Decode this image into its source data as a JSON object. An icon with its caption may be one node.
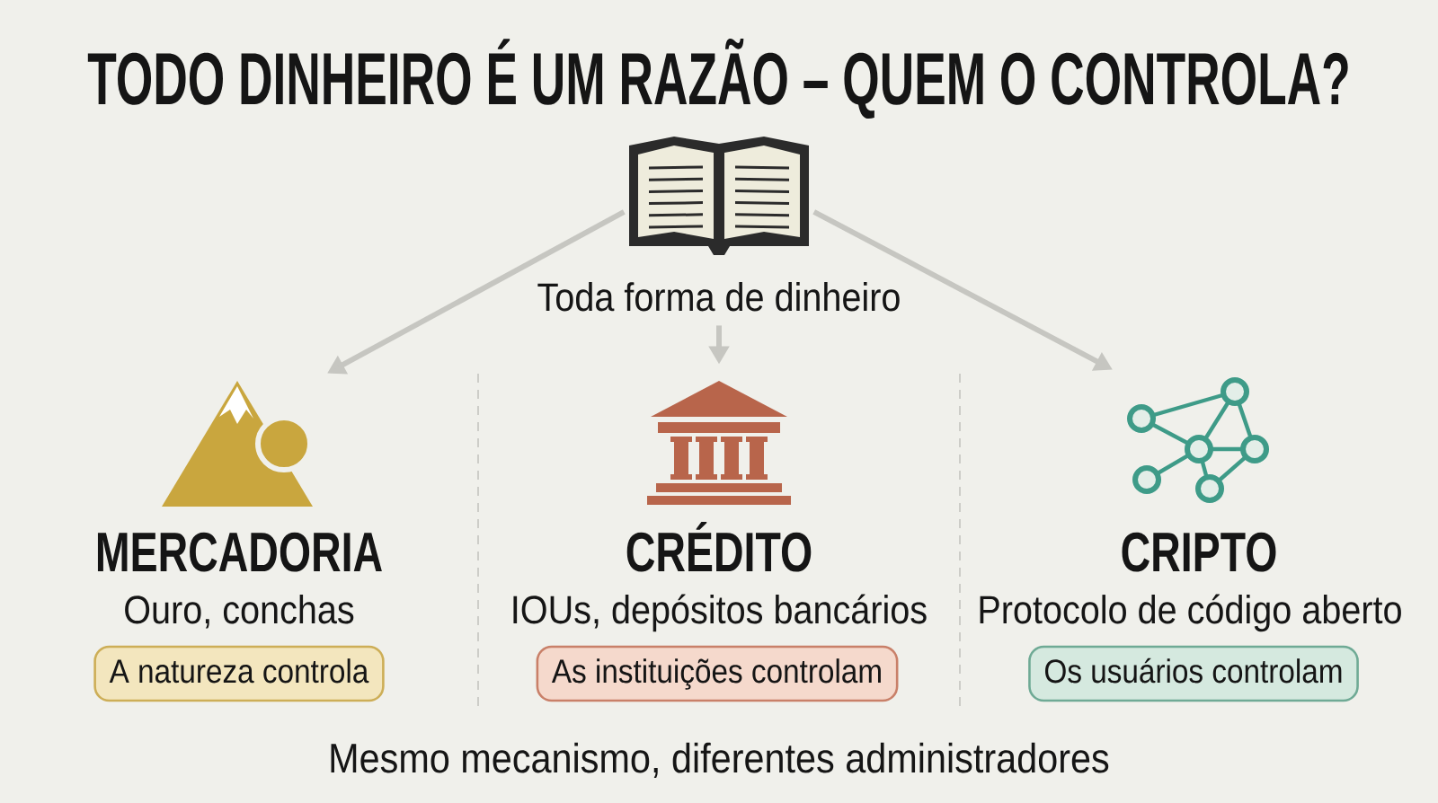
{
  "diagram": {
    "title": "TODO DINHEIRO É UM RAZÃO – QUEM O CONTROLA?",
    "caption": "Mesmo mecanismo, diferentes administradores",
    "nodes": [
      {
        "text": [],
        "shape": "picture",
        "beside": [
          "Toda forma de dinheiro"
        ]
      },
      {
        "text": [],
        "shape": "picture",
        "beside": [
          "MERCADORIA",
          "Ouro, conchas"
        ]
      },
      {
        "text": [
          "A natureza controla"
        ]
      },
      {
        "text": [],
        "shape": "picture",
        "beside": [
          "CRÉDITO",
          "IOUs, depósitos bancários"
        ]
      },
      {
        "text": [
          "As instituições controlam"
        ]
      },
      {
        "text": [],
        "shape": "picture",
        "beside": [
          "CRIPTO",
          "Protocolo de código aberto"
        ]
      },
      {
        "text": [
          "Os usuários controlam"
        ]
      }
    ],
    "edges": [
      {
        "from": 0,
        "to": 1,
        "arrow": "to"
      },
      {
        "from": 0,
        "to": 3,
        "arrow": "to"
      },
      {
        "from": 0,
        "to": 5,
        "arrow": "to"
      }
    ]
  }
}
